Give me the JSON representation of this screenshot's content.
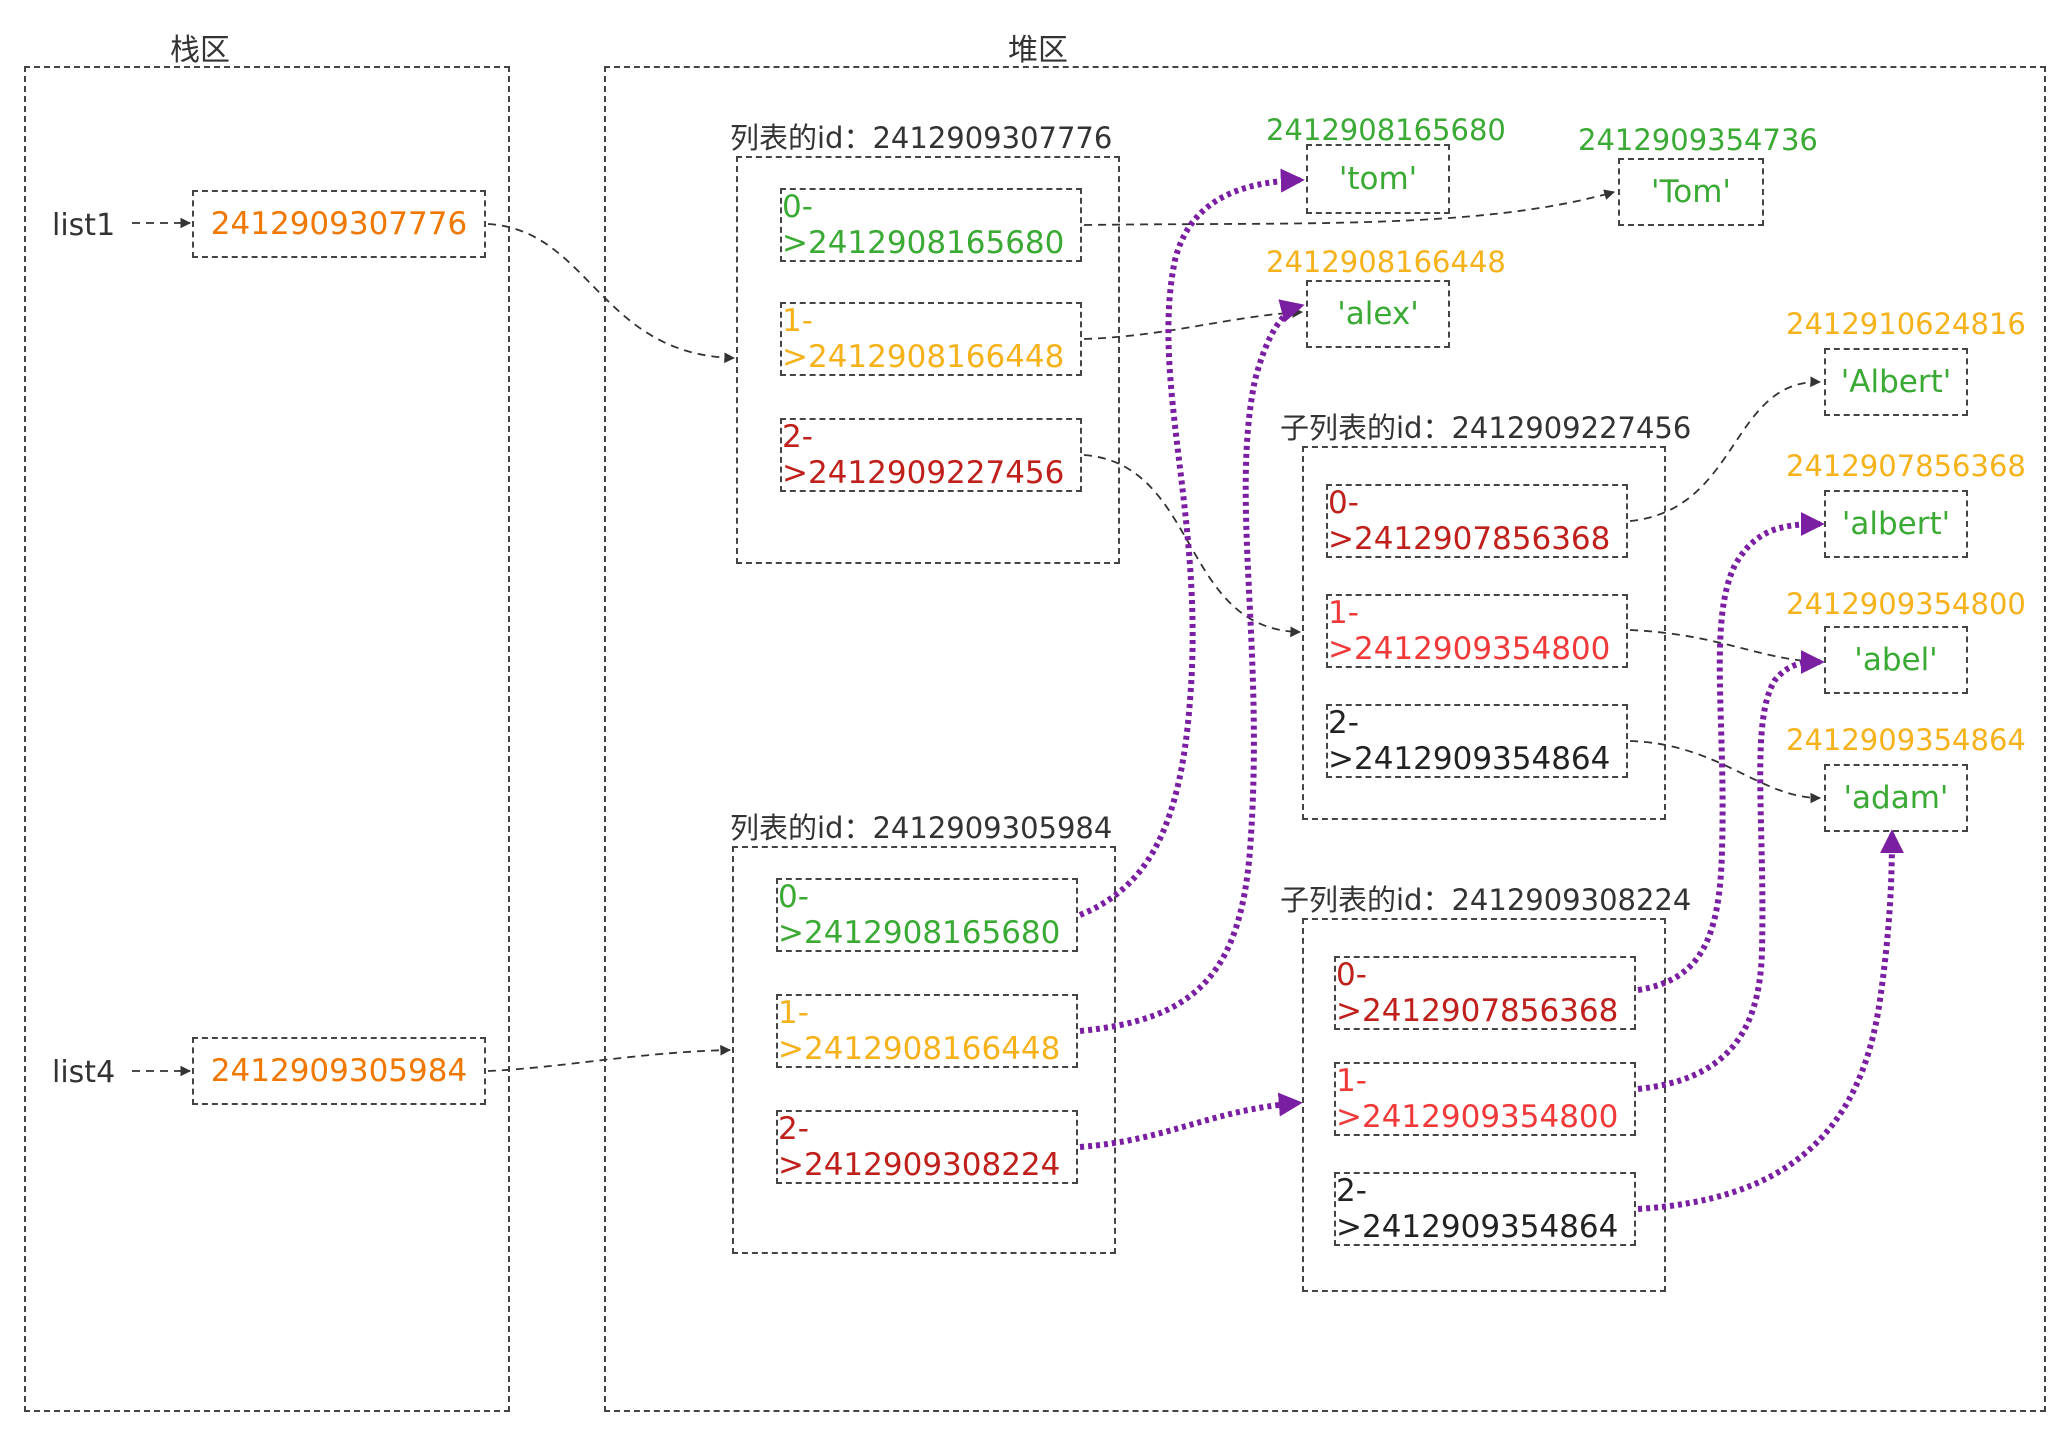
{
  "colors": {
    "green": "#3aaa35",
    "yellow": "#f5b21b",
    "darkred": "#c0201c",
    "red": "#f03a3a",
    "black": "#222222",
    "orange": "#f07800",
    "purple": "#7b1fa2",
    "gray": "#333333"
  },
  "sections": {
    "stack": "栈区",
    "heap": "堆区"
  },
  "stack_vars": [
    {
      "name": "list1",
      "value": "2412909307776"
    },
    {
      "name": "list4",
      "value": "2412909305984"
    }
  ],
  "lists": [
    {
      "label": "列表的id：2412909307776",
      "items": [
        "0->2412908165680",
        "1->2412908166448",
        "2->2412909227456"
      ]
    },
    {
      "label": "列表的id：2412909305984",
      "items": [
        "0->2412908165680",
        "1->2412908166448",
        "2->2412909308224"
      ]
    }
  ],
  "sublists": [
    {
      "label": "子列表的id：2412909227456",
      "items": [
        "0->2412907856368",
        "1->2412909354800",
        "2->2412909354864"
      ]
    },
    {
      "label": "子列表的id：2412909308224",
      "items": [
        "0->2412907856368",
        "1->2412909354800",
        "2->2412909354864"
      ]
    }
  ],
  "objects": [
    {
      "addr": "2412908165680",
      "value": "'tom'"
    },
    {
      "addr": "2412909354736",
      "value": "'Tom'"
    },
    {
      "addr": "2412908166448",
      "value": "'alex'"
    },
    {
      "addr": "2412910624816",
      "value": "'Albert'"
    },
    {
      "addr": "2412907856368",
      "value": "'albert'"
    },
    {
      "addr": "2412909354800",
      "value": "'abel'"
    },
    {
      "addr": "2412909354864",
      "value": "'adam'"
    }
  ]
}
